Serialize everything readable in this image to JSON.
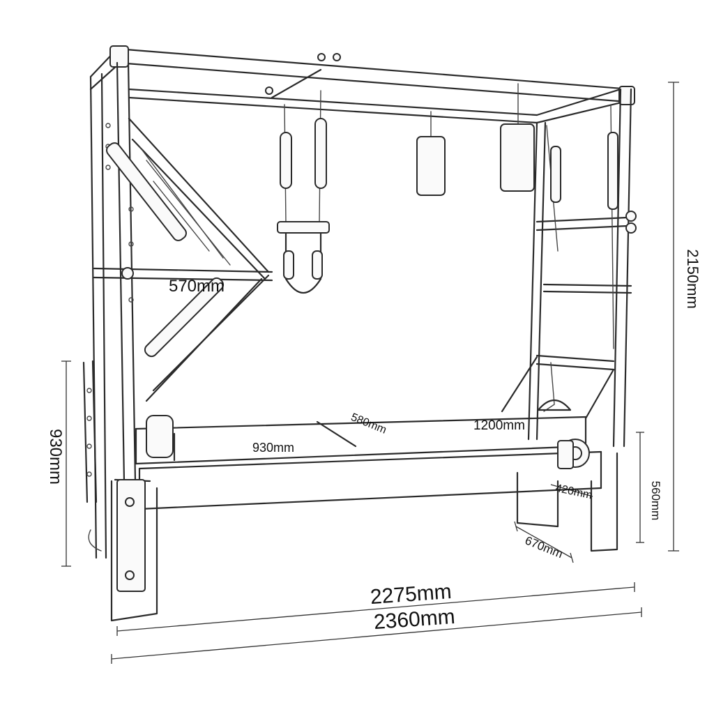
{
  "diagram": {
    "labels": {
      "height_total": "2150mm",
      "length_outer": "2360mm",
      "length_inner": "2275mm",
      "bed_height": "930mm",
      "carriage_length": "930mm",
      "mid_gap": "580mm",
      "bed_length": "1200mm",
      "bar_width": "570mm",
      "leg_height": "560mm",
      "width": "670mm",
      "small_width": "420mm"
    }
  }
}
